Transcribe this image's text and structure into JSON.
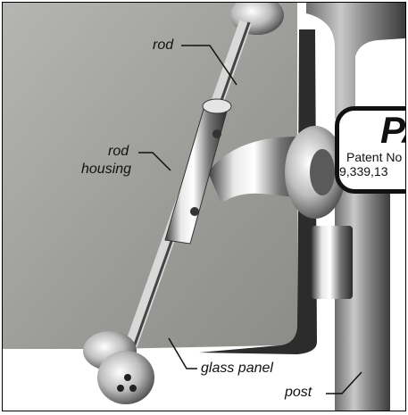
{
  "labels": {
    "rod": "rod",
    "rod_housing_line1": "rod",
    "rod_housing_line2": "housing",
    "glass_panel": "glass panel",
    "post": "post"
  },
  "badge": {
    "title": "PA",
    "patent_label": "Patent No",
    "patent_number": "9,339,13"
  },
  "colors": {
    "glass": "#9a9a97",
    "steel_light": "#f4f4f4",
    "steel_dark": "#2a2a2a",
    "background": "#ffffff"
  }
}
